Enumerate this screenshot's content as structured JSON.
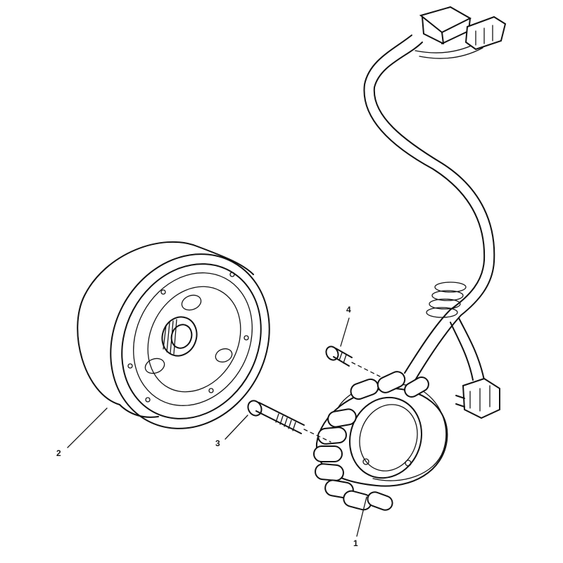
{
  "callouts": [
    {
      "id": "stator",
      "label": "1"
    },
    {
      "id": "rotor",
      "label": "2"
    },
    {
      "id": "long-bolt",
      "label": "3"
    },
    {
      "id": "short-bolt",
      "label": "4"
    }
  ],
  "colors": {
    "ink": "#111111",
    "paper": "#ffffff"
  }
}
